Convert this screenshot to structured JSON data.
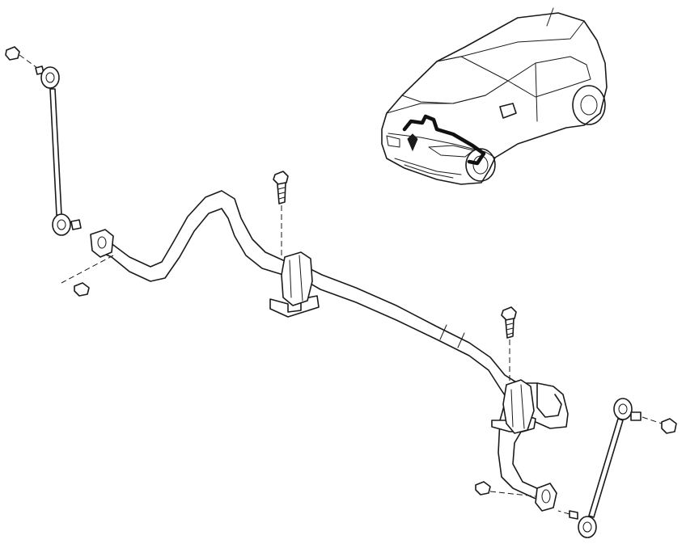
{
  "diagram": {
    "parts": [
      "stabilizer-bar",
      "bar-bushing-left",
      "bar-bushing-right",
      "bushing-bolt-left",
      "bushing-bolt-right",
      "link-rod-left",
      "link-rod-right",
      "link-nut-left-top",
      "link-nut-left-bottom",
      "link-nut-right-top",
      "link-nut-right-bottom"
    ],
    "locator": {
      "subject": "vehicle-outline",
      "highlight": "front-stabilizer-location"
    },
    "colors": {
      "line": "#1a1a1a",
      "background": "#ffffff"
    }
  }
}
